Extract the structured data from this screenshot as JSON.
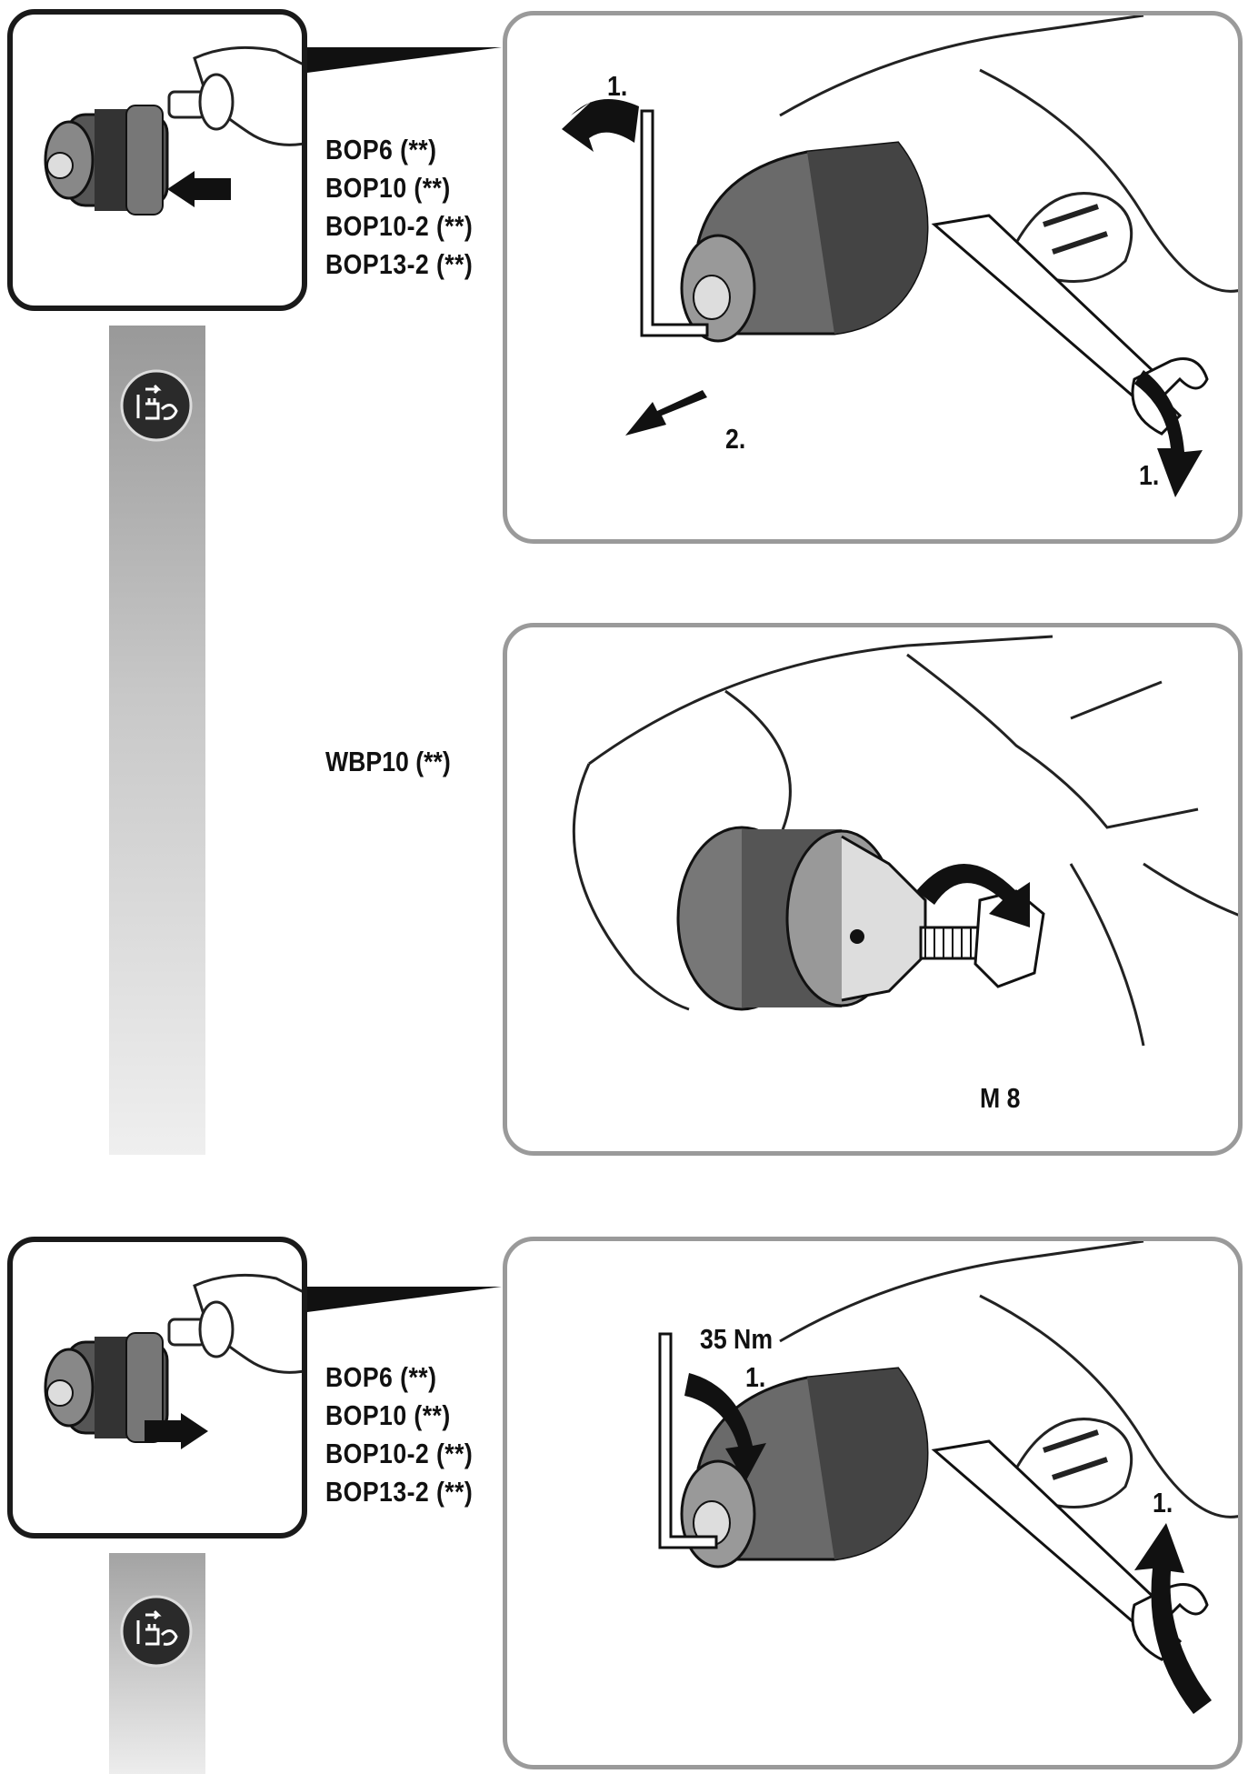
{
  "section_top": {
    "models": [
      "BOP6 (**)",
      "BOP10 (**)",
      "BOP10-2 (**)",
      "BOP13-2 (**)"
    ],
    "step_labels": {
      "hex_key_step": "1.",
      "pull_step": "2.",
      "wrench_step": "1."
    }
  },
  "section_middle": {
    "model": "WBP10 (**)",
    "bolt_label": "M 8"
  },
  "section_bottom": {
    "models": [
      "BOP6 (**)",
      "BOP10 (**)",
      "BOP10-2 (**)",
      "BOP13-2 (**)"
    ],
    "torque_label": "35 Nm",
    "step_labels": {
      "hex_key_step": "1.",
      "wrench_step": "1."
    }
  },
  "icons": [
    "unplug-icon",
    "unplug-icon"
  ]
}
